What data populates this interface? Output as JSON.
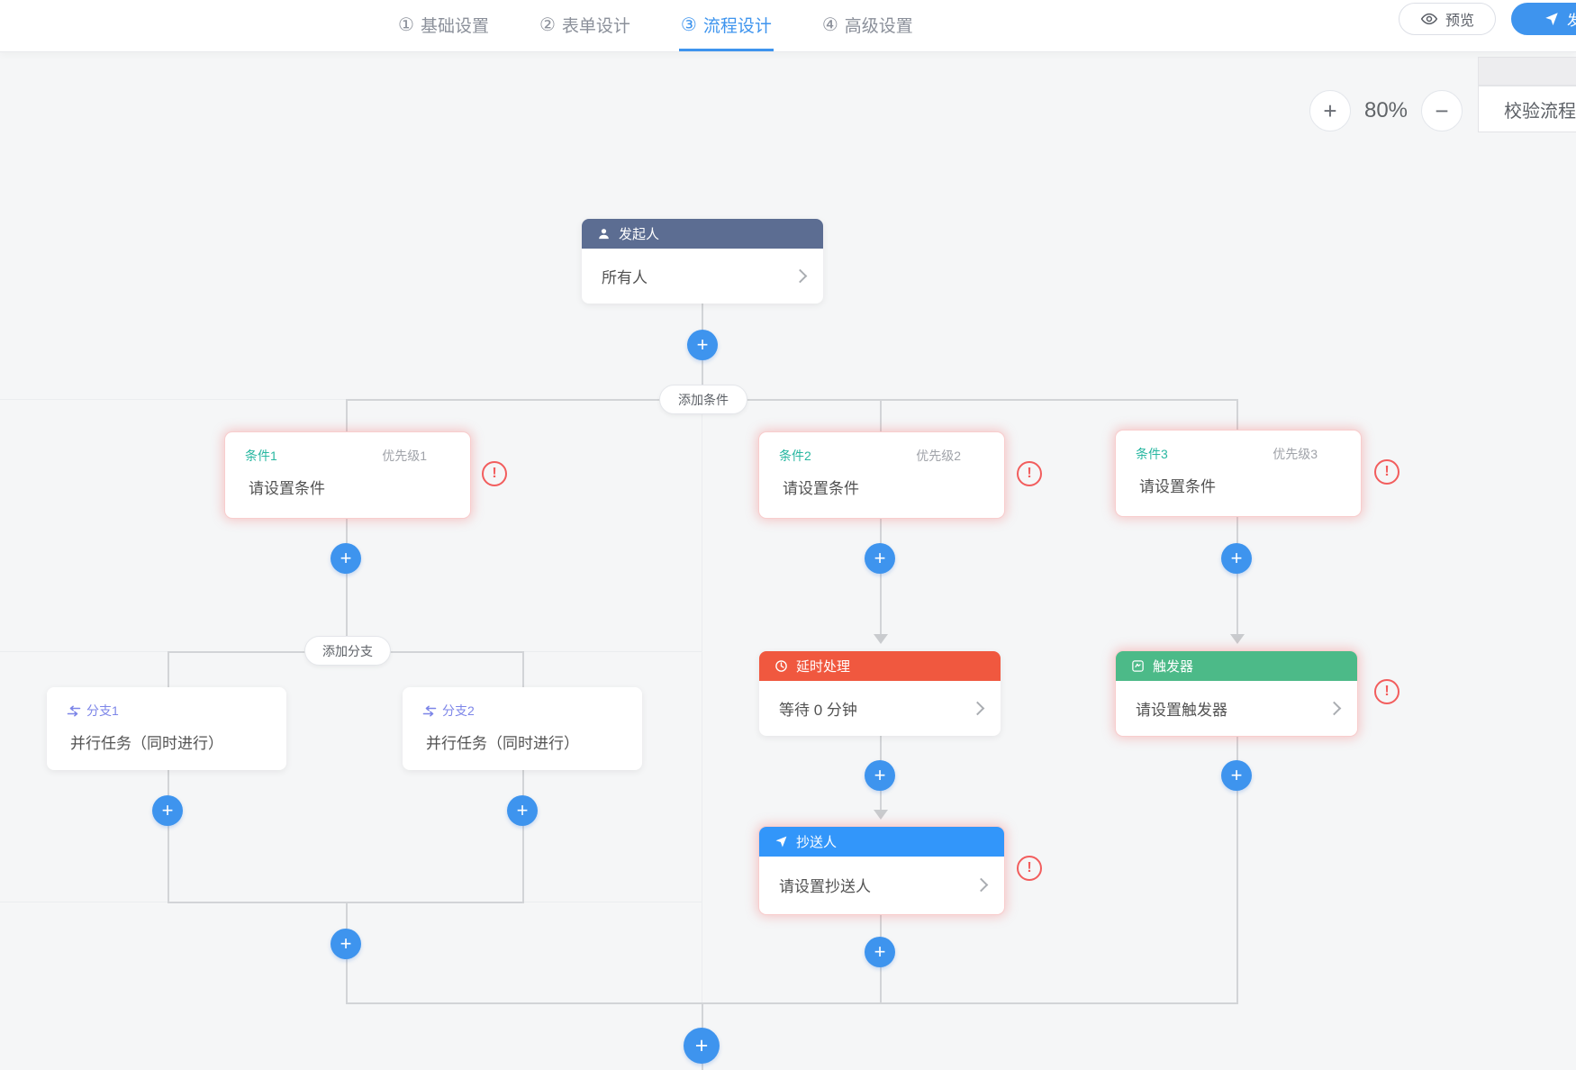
{
  "tabs": {
    "items": [
      {
        "num": "①",
        "label": "基础设置"
      },
      {
        "num": "②",
        "label": "表单设计"
      },
      {
        "num": "③",
        "label": "流程设计"
      },
      {
        "num": "④",
        "label": "高级设置"
      }
    ],
    "active_index": 2
  },
  "actions": {
    "preview": "预览",
    "publish": "发布"
  },
  "zoombar": {
    "zoom_in": "+",
    "zoom_out": "−",
    "zoom_level": "80%",
    "validate": "校验流程"
  },
  "connector_pills": {
    "add_condition": "添加条件",
    "add_branch": "添加分支"
  },
  "nodes": {
    "initiator": {
      "title": "发起人",
      "content": "所有人",
      "icon": "user-icon"
    },
    "condition1": {
      "title": "条件1",
      "priority": "优先级1",
      "content": "请设置条件"
    },
    "condition2": {
      "title": "条件2",
      "priority": "优先级2",
      "content": "请设置条件"
    },
    "condition3": {
      "title": "条件3",
      "priority": "优先级3",
      "content": "请设置条件"
    },
    "branch1": {
      "title": "分支1",
      "content": "并行任务（同时进行）",
      "icon": "parallel-icon"
    },
    "branch2": {
      "title": "分支2",
      "content": "并行任务（同时进行）",
      "icon": "parallel-icon"
    },
    "delay": {
      "title": "延时处理",
      "content": "等待 0 分钟",
      "icon": "clock-icon"
    },
    "trigger": {
      "title": "触发器",
      "content": "请设置触发器",
      "icon": "trigger-icon"
    },
    "cc": {
      "title": "抄送人",
      "content": "请设置抄送人",
      "icon": "send-icon"
    }
  },
  "misc": {
    "plus": "+",
    "warning": "!"
  },
  "colors": {
    "accent_blue": "#3e94ee",
    "initiator_header": "#5c6d92",
    "delay_header": "#f0583f",
    "trigger_header": "#4cba88",
    "cc_header": "#3296fa",
    "condition_title": "#28b7a1",
    "branch_title": "#7c85e8",
    "error": "#f25d5d",
    "connector": "#d2d4d7",
    "canvas_bg": "#f5f6f7"
  }
}
